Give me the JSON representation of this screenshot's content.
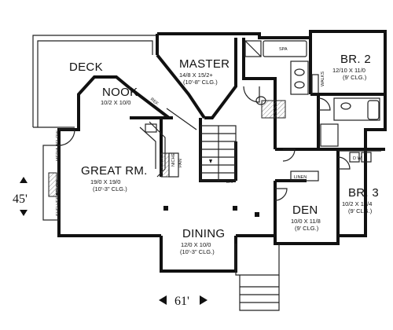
{
  "rooms": {
    "deck": {
      "name": "DECK"
    },
    "nook": {
      "name": "NOOK",
      "size": "10/2 X 10/0"
    },
    "master": {
      "name": "MASTER",
      "size": "14/8 X 15/2+",
      "ceiling": "(10'-8\" CLG.)"
    },
    "br2": {
      "name": "BR. 2",
      "size": "12/10 X 11/0",
      "ceiling": "(9' CLG.)"
    },
    "great": {
      "name": "GREAT RM.",
      "size": "19/0 X 19/0",
      "ceiling": "(10'-3\" CLG.)"
    },
    "br3": {
      "name": "BR. 3",
      "size": "10/2 X 12/4",
      "ceiling": "(9' CLG.)"
    },
    "den": {
      "name": "DEN",
      "size": "10/0 X 11/8",
      "ceiling": "(9' CLG.)"
    },
    "dining": {
      "name": "DINING",
      "size": "12/0 X 10/0",
      "ceiling": "(10'-3\" CLG.)"
    }
  },
  "labels": {
    "spa": "SPA",
    "ref": "REF.",
    "dn": "DN",
    "linen": "LINEN",
    "pan": "PAN",
    "niche": "NICHE",
    "walks": "WALKS",
    "wd": "D  W",
    "media": "MEDIA BELOW",
    "shelves": "SHELVES BELOW"
  },
  "dimensions": {
    "depth": "45'",
    "width": "61'"
  }
}
